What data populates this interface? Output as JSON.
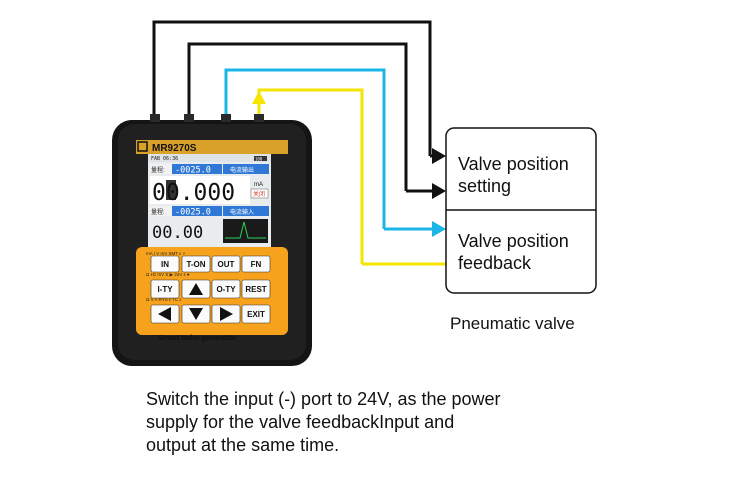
{
  "device": {
    "model": "MR9270S",
    "bottom_label": "Smart color generator",
    "screen": {
      "top_small": "FAB 06:36",
      "top_right": "100",
      "row1_tag": "量程:",
      "row1_value": "-0025.0",
      "row1_mode": "电流输出",
      "unit": "mA",
      "status": "关闭",
      "main_value": "00.000",
      "row3_tag": "量程:",
      "row3_value": "-0025.0",
      "row3_mode": "电流输入",
      "sub_value": "00.00"
    },
    "keys": {
      "in": "IN",
      "t_on": "T-ON",
      "out": "OUT",
      "fn": "FN",
      "i_ty": "I-TY",
      "o_ty": "O-TY",
      "rest": "REST",
      "exit": "EXIT"
    }
  },
  "valve_box": {
    "setting_line1": "Valve position",
    "setting_line2": "setting",
    "feedback_line1": "Valve position",
    "feedback_line2": "feedback"
  },
  "valve_label": "Pneumatic valve",
  "caption": {
    "line1": "Switch the input (-) port to 24V, as the power",
    "line2": "supply for the valve feedbackInput and",
    "line3": "output at the same time."
  },
  "colors": {
    "wire_black": "#111111",
    "wire_cyan": "#1ab6e8",
    "wire_yellow": "#f5e600",
    "device_body": "#141414",
    "keypad_orange": "#f6a21c",
    "model_bar": "#d9a12a",
    "screen_blue": "#2f78d6"
  }
}
